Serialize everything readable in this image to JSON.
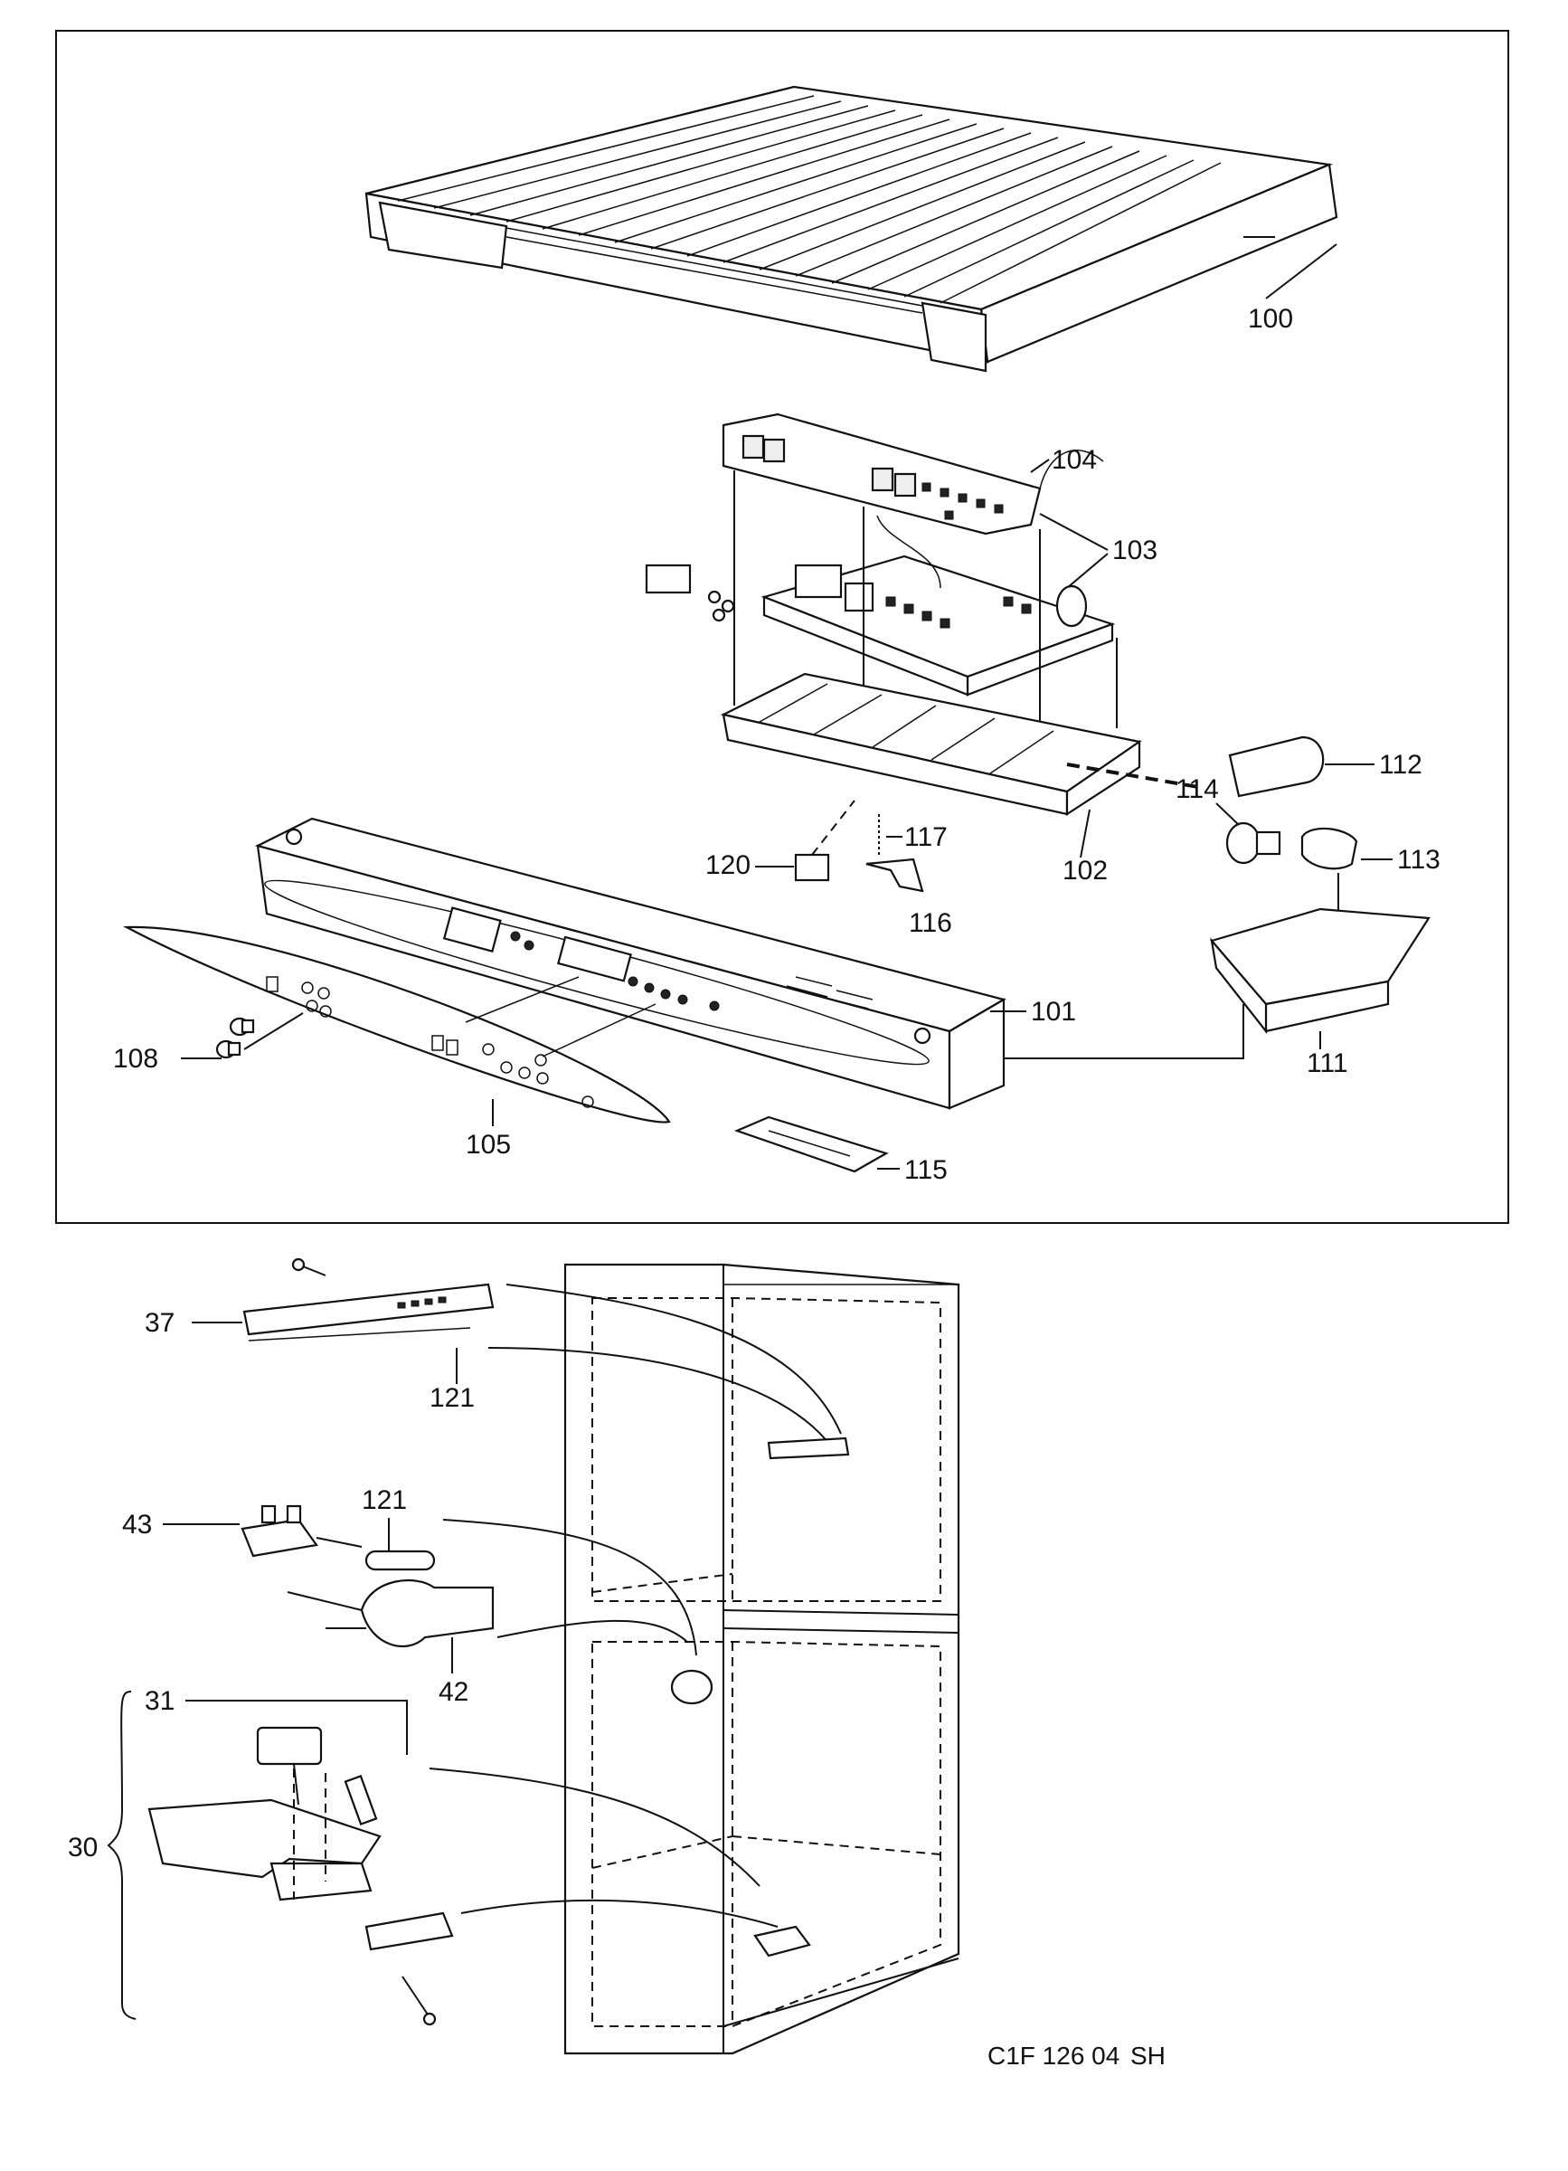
{
  "diagram": {
    "drawing_code": "C1F 126 04",
    "drawing_suffix": "SH",
    "labels": {
      "l100": "100",
      "l104": "104",
      "l103": "103",
      "l112": "112",
      "l114": "114",
      "l113": "113",
      "l120": "120",
      "l117": "117",
      "l102": "102",
      "l116": "116",
      "l101": "101",
      "l111": "111",
      "l108": "108",
      "l105": "105",
      "l115": "115",
      "l37": "37",
      "l121a": "121",
      "l121b": "121",
      "l43": "43",
      "l42": "42",
      "l31": "31",
      "l30": "30"
    }
  }
}
